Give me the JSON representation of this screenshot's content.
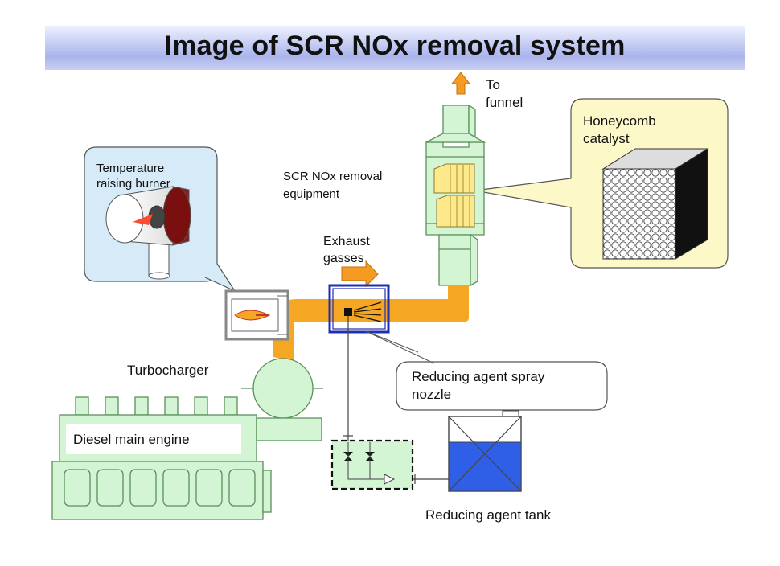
{
  "title": "Image of SCR NOx removal system",
  "labels": {
    "to_funnel": "To\nfunnel",
    "honeycomb_catalyst": "Honeycomb\ncatalyst",
    "scr_equipment": "SCR NOx removal\nequipment",
    "temperature_burner": "Temperature\nraising burner",
    "exhaust_gasses": "Exhaust\ngasses",
    "turbocharger": "Turbocharger",
    "spray_nozzle": "Reducing agent spray\nnozzle",
    "diesel_engine": "Diesel main engine",
    "reducing_tank": "Reducing agent tank"
  },
  "colors": {
    "exhaust_duct": "#f5a623",
    "equipment_green": "#d4f5d4",
    "equipment_stroke": "#5b8f5b",
    "callout_blue": "#d6eaf8",
    "callout_yellow": "#fdf8c8",
    "tank_liquid": "#2f5fe6",
    "nozzle_box": "#1f2fb0",
    "arrow_orange": "#f59a23"
  }
}
